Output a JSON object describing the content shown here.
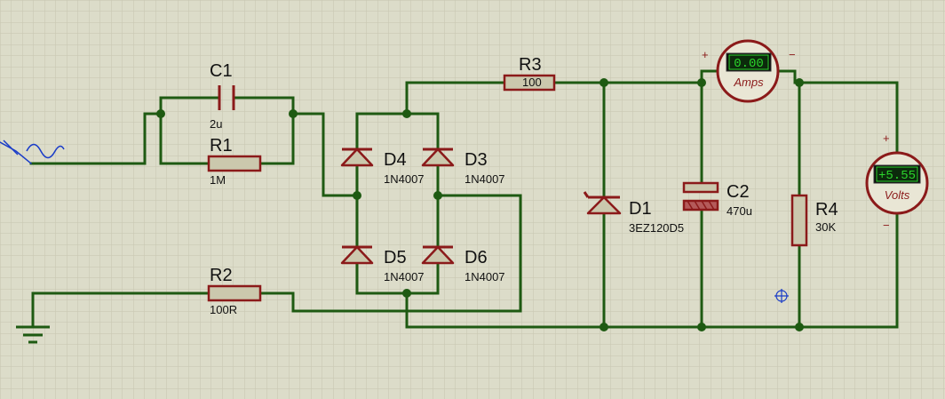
{
  "components": {
    "c1": {
      "ref": "C1",
      "value": "2u"
    },
    "r1": {
      "ref": "R1",
      "value": "1M"
    },
    "r2": {
      "ref": "R2",
      "value": "100R"
    },
    "r3": {
      "ref": "R3",
      "value": "100"
    },
    "r4": {
      "ref": "R4",
      "value": "30K"
    },
    "c2": {
      "ref": "C2",
      "value": "470u"
    },
    "d1": {
      "ref": "D1",
      "value": "3EZ120D5"
    },
    "d3": {
      "ref": "D3",
      "value": "1N4007"
    },
    "d4": {
      "ref": "D4",
      "value": "1N4007"
    },
    "d5": {
      "ref": "D5",
      "value": "1N4007"
    },
    "d6": {
      "ref": "D6",
      "value": "1N4007"
    }
  },
  "meters": {
    "ammeter": {
      "reading": "0.00",
      "unit_label": "Amps",
      "plus": "+",
      "minus": "−"
    },
    "voltmeter": {
      "reading": "+5.55",
      "unit_label": "Volts",
      "plus": "+",
      "minus": "−"
    }
  },
  "colors": {
    "wire": "#1e5a12",
    "component": "#8b1a1a",
    "background": "#dcdcc9",
    "grid": "#c9c8b3",
    "lcd_text": "#2bd42b"
  }
}
